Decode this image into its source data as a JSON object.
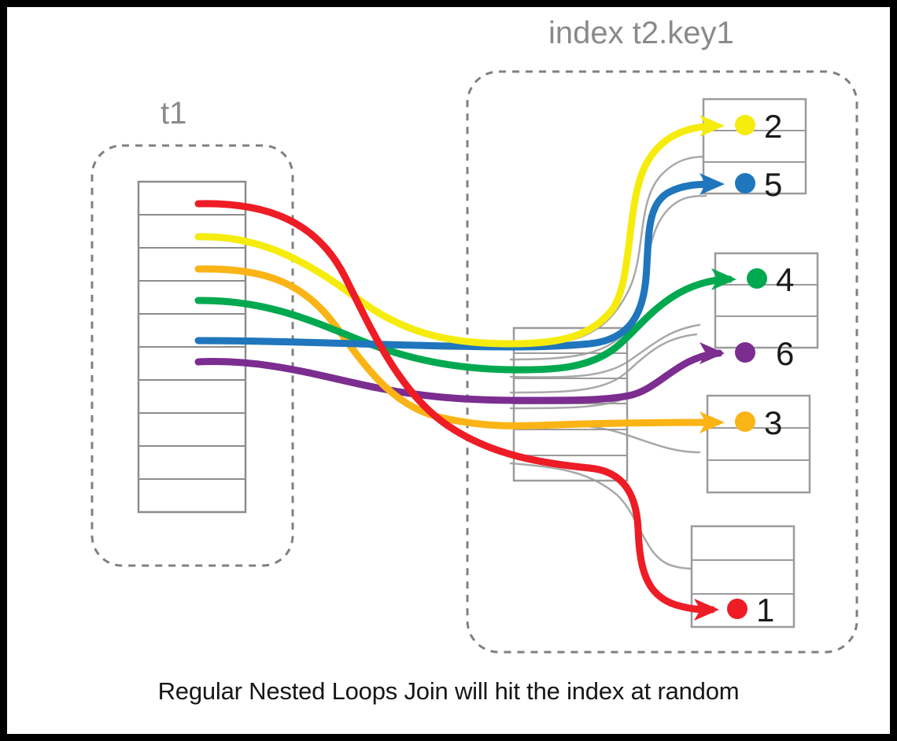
{
  "figure": {
    "caption": "Regular Nested Loops Join will hit the index at random",
    "border_color": "#000000",
    "canvas_color": "#ffffff"
  },
  "labels": {
    "left_table": "t1",
    "right_index": "index t2.key1",
    "label_color": "#8a8a8a"
  },
  "left_container": {
    "name": "t1-container",
    "style": "dashed-rounded",
    "border_color": "#808080",
    "rows": 10
  },
  "right_container": {
    "name": "index-container",
    "style": "dashed-rounded",
    "border_color": "#808080"
  },
  "middle_block": {
    "name": "index-intermediate-block",
    "rows": 6,
    "border_color": "#9b9b9b"
  },
  "colors": {
    "red": "#ee1c25",
    "yellow": "#f5ec0e",
    "orange": "#fbb416",
    "green": "#00a94f",
    "blue": "#1f76bc",
    "purple": "#7b2d90",
    "line_gray": "#a6a6a6",
    "box_gray": "#9b9b9b"
  },
  "source_rows": [
    {
      "row": 1,
      "color_name": "red",
      "color": "#ee1c25",
      "target_value": "1"
    },
    {
      "row": 2,
      "color_name": "yellow",
      "color": "#f5ec0e",
      "target_value": "2"
    },
    {
      "row": 3,
      "color_name": "orange",
      "color": "#fbb416",
      "target_value": "3"
    },
    {
      "row": 4,
      "color_name": "green",
      "color": "#00a94f",
      "target_value": "4"
    },
    {
      "row": 5,
      "color_name": "blue",
      "color": "#1f76bc",
      "target_value": "5"
    },
    {
      "row": 6,
      "color_name": "purple",
      "color": "#7b2d90",
      "target_value": "6"
    }
  ],
  "index_blocks": [
    {
      "name": "index-leaf-block-1",
      "rows": [
        {
          "value": "2",
          "color": "#f5ec0e",
          "color_name": "yellow",
          "filled": true
        },
        {
          "value": "",
          "color": "",
          "color_name": "",
          "filled": false
        },
        {
          "value": "5",
          "color": "#1f76bc",
          "color_name": "blue",
          "filled": true
        }
      ]
    },
    {
      "name": "index-leaf-block-2",
      "rows": [
        {
          "value": "4",
          "color": "#00a94f",
          "color_name": "green",
          "filled": true
        },
        {
          "value": "",
          "color": "",
          "color_name": "",
          "filled": false
        },
        {
          "value": "6",
          "color": "#7b2d90",
          "color_name": "purple",
          "filled": true
        }
      ]
    },
    {
      "name": "index-leaf-block-3",
      "rows": [
        {
          "value": "3",
          "color": "#fbb416",
          "color_name": "orange",
          "filled": true
        },
        {
          "value": "",
          "color": "",
          "color_name": "",
          "filled": false
        },
        {
          "value": "",
          "color": "",
          "color_name": "",
          "filled": false
        }
      ]
    },
    {
      "name": "index-leaf-block-4",
      "rows": [
        {
          "value": "",
          "color": "",
          "color_name": "",
          "filled": false
        },
        {
          "value": "",
          "color": "",
          "color_name": "",
          "filled": false
        },
        {
          "value": "1",
          "color": "#ee1c25",
          "color_name": "red",
          "filled": true
        }
      ]
    }
  ]
}
